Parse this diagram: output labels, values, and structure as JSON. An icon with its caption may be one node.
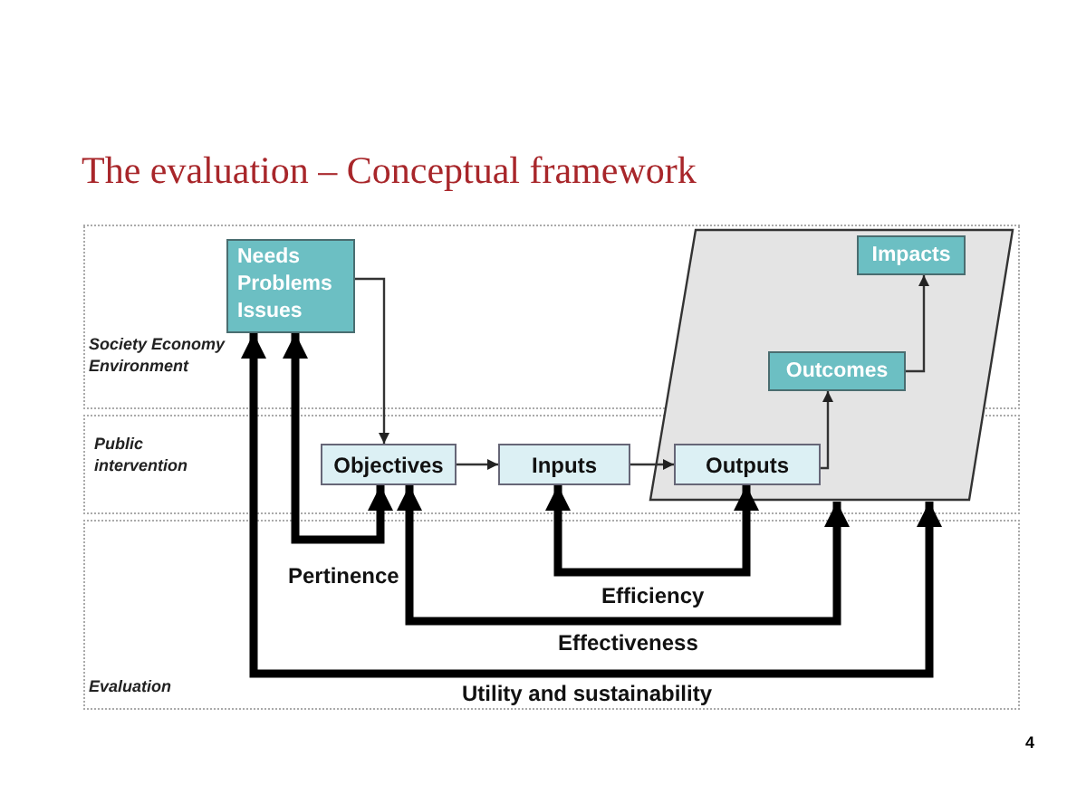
{
  "diagram": {
    "title": "The evaluation – Conceptual framework",
    "nodes": [
      {
        "text": [],
        "shape": "parallelogram"
      },
      {
        "text": [
          "Needs",
          "Problems",
          "Issues"
        ]
      },
      {
        "text": [
          "Impacts"
        ],
        "in": 0
      },
      {
        "text": [
          "Outcomes"
        ],
        "in": 0
      },
      {
        "text": [
          "Objectives"
        ]
      },
      {
        "text": [
          "Inputs"
        ]
      },
      {
        "text": [
          "Outputs"
        ],
        "in": 0
      }
    ],
    "edges": [
      {
        "from": 1,
        "to": 4,
        "arrow": "to"
      },
      {
        "from": 4,
        "to": 5,
        "arrow": "to"
      },
      {
        "from": 5,
        "to": 6,
        "arrow": "to"
      },
      {
        "from": 6,
        "to": 3,
        "arrow": "to"
      },
      {
        "from": 3,
        "to": 2,
        "arrow": "to"
      },
      {
        "from": 1,
        "to": 4,
        "arrow": "both",
        "label": "Pertinence",
        "style": "thick"
      },
      {
        "from": 5,
        "to": 6,
        "arrow": "both",
        "label": "Efficiency",
        "style": "thick"
      },
      {
        "from": 4,
        "to": 0,
        "arrow": "both",
        "label": "Effectiveness",
        "style": "thick"
      },
      {
        "from": 1,
        "to": 0,
        "arrow": "both",
        "label": "Utility and sustainability",
        "style": "thick"
      }
    ],
    "labels": [
      "Society Economy Environment",
      "Public intervention",
      "Evaluation",
      "4"
    ]
  }
}
